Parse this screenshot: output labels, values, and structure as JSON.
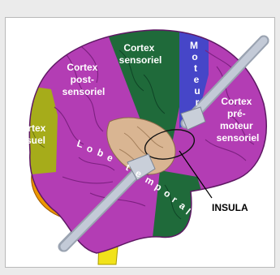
{
  "labels": {
    "cortex_sensoriel": [
      "Cortex",
      "sensoriel"
    ],
    "moteur_letters": [
      "M",
      "o",
      "t",
      "e",
      "u",
      "r"
    ],
    "cortex_post_sensoriel": [
      "Cortex",
      "post-",
      "sensoriel"
    ],
    "cortex_pre_moteur": [
      "Cortex",
      "pré-",
      "moteur",
      "sensoriel"
    ],
    "cortex_visuel": [
      "Cortex",
      "visuel"
    ],
    "lobe_temporal_letters": [
      "L",
      "o",
      "b",
      "e",
      "t",
      "e",
      "m",
      "p",
      "o",
      "r",
      "a",
      "l"
    ],
    "insula": "INSULA"
  },
  "colors": {
    "background": "#ebebeb",
    "panel": "#ffffff",
    "magenta": "#b33db4",
    "dark_green": "#1f6a3a",
    "blue": "#4646c8",
    "olive": "#a6ac1a",
    "orange": "#ee9800",
    "yellow": "#f1e21a",
    "insula": "#d9b592",
    "rod": "#c3cad7"
  }
}
